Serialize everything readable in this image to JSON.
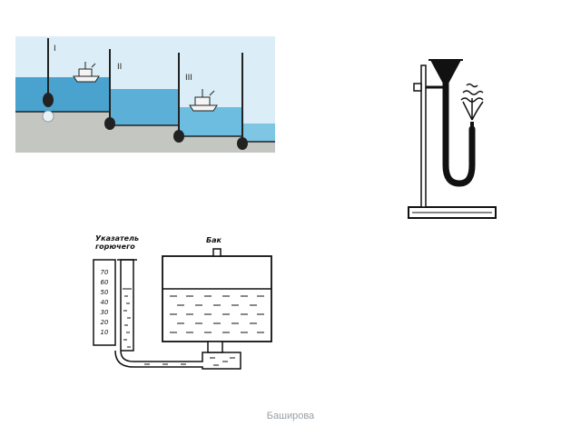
{
  "locks_diagram": {
    "chamber_labels": [
      "I",
      "II",
      "III"
    ],
    "colors": {
      "water": "#4aa3cf",
      "sky": "#cfe6f3",
      "ground": "#c9cac6",
      "line": "#222222"
    }
  },
  "fountain_diagram": {
    "colors": {
      "line": "#111111"
    }
  },
  "tank_diagram": {
    "gauge_title_line1": "Указатель",
    "gauge_title_line2": "горючего",
    "tank_label": "Бак",
    "scale_ticks": [
      "70",
      "60",
      "50",
      "40",
      "30",
      "20",
      "10"
    ]
  },
  "footer": {
    "author": "Баширова"
  }
}
